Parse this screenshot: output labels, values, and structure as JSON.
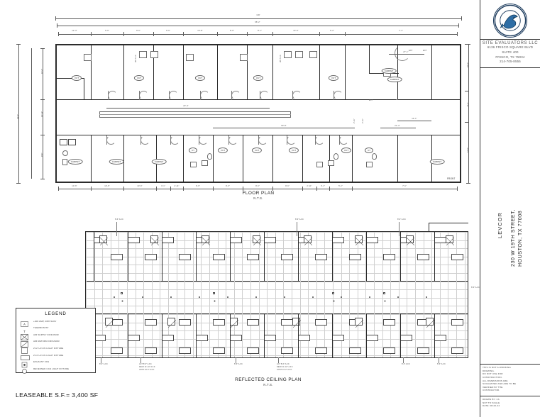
{
  "sheet": {
    "leaseable_area": "LEASEABLE S.F.= 3,400 SF",
    "front_label": "FRONT"
  },
  "plans": [
    {
      "title": "FLOOR PLAN",
      "scale": "N.T.S."
    },
    {
      "title": "REFLECTED CEILING PLAN",
      "scale": "N.T.S."
    }
  ],
  "title_block": {
    "company": "SITE EVALUATORS LLC",
    "address_lines": [
      "6136 FRISCO SQUARE BLVD",
      "SUITE 400",
      "FRISCO, TX 75034",
      "214-705-8555"
    ],
    "project_name": "LEVCOR",
    "project_address_line1": "230 W 19TH STREET,",
    "project_address_line2": "HOUSTON, TX 77008",
    "disclaimer_lines": [
      "THIS IS NOT A WORKING",
      "DRAWING.",
      "DO NOT USE FOR",
      "CONSTRUCTION.",
      "ALL DIMENSIONS ARE",
      "SUGGESTED AND ARE TO BE",
      "VERIFIED BY THE",
      "CONTRACTOR."
    ],
    "meta_lines": [
      "DRAWN BY: LS",
      "NOT TO SCALE",
      "DATE: 08-22-24"
    ]
  },
  "legend": {
    "title": "LEGEND",
    "items": [
      {
        "symbol": "panel",
        "label": "+400 AMP, 208Y/120V"
      },
      {
        "symbol": "thermostat",
        "label": "THERMOSTAT"
      },
      {
        "symbol": "supply-diffuser",
        "label": "AIR SUPPLY DIFFUSOR"
      },
      {
        "symbol": "return-diffuser",
        "label": "AIR RETURN DIFFUSOR"
      },
      {
        "symbol": "lay-in-2x2",
        "label": "2'x2' LAY-IN LIGHT FIXTURE"
      },
      {
        "symbol": "lay-in-2x4",
        "label": "2'x4' LAY-IN LIGHT FIXTURE"
      },
      {
        "symbol": "exhaust-fan",
        "label": "EXHAUST FAN"
      },
      {
        "symbol": "can-light",
        "label": "RECESSED CAN LIGHT FIXTURE"
      }
    ]
  },
  "floor_plan": {
    "overall_top": "100'",
    "overall_second": "98'-2\"",
    "top_dims": [
      "12'-3\"",
      "9'-6\"",
      "9'-6\"",
      "9'-6\"",
      "10'-8\"",
      "8'-6\"",
      "8'-1\"",
      "13'-6\"",
      "6'-2\"",
      "7'-1\""
    ],
    "bottom_dims": [
      "10'-6\"",
      "10'-6\"",
      "10'-6\"",
      "3'-1\"",
      "2'-11\"",
      "9'-6\"",
      "9'-6\"",
      "9'-6\"",
      "9'-6\"",
      "2'-11\"",
      "3'-1\"",
      "5'-2\"",
      "7'-6\""
    ],
    "left_dims_outer": "33'-4\"",
    "left_dims": [
      "10'-2\"",
      "10'-11\"",
      "9'-8\""
    ],
    "right_dims": [
      "10'-2\"",
      "8'-1\"",
      "12'-0\""
    ],
    "interior_dims": [
      "23'-4\"",
      "60'-8\"",
      "27'-1\"",
      "21'-3\"",
      "14'-1\"",
      "2'-11\"",
      "2'-11\""
    ],
    "rooms": [
      {
        "label": "VCT"
      },
      {
        "label": "VCT"
      },
      {
        "label": "VCT"
      },
      {
        "label": "VCT"
      },
      {
        "label": "VCT"
      },
      {
        "label": "CARPET"
      },
      {
        "label": "CARPET"
      },
      {
        "label": "CARPET"
      },
      {
        "label": "CARPET"
      },
      {
        "label": "CARPET"
      },
      {
        "label": "CT"
      },
      {
        "label": "VCT"
      },
      {
        "label": "VCT"
      },
      {
        "label": "VCT"
      },
      {
        "label": "VCT"
      },
      {
        "label": "CT"
      },
      {
        "label": "CARPET"
      }
    ],
    "annotations": [
      "EXT",
      "EXT",
      "EXT",
      "36\" A.F.F.",
      "36\" A.F.F."
    ]
  },
  "rcp": {
    "aff_callouts_top": [
      "8'-6\" A.F.F.",
      "8'-6\" A.F.F.",
      "8'-6\" A.F.F."
    ],
    "aff_callouts_right": [
      "8'-6\" A.F.F."
    ],
    "aff_callouts_bottom": [
      "8'-6\" A.F.F.",
      "ACT 8'-6\" A.F.F.\nDECK 11'-10\" A.F.F.\nJOIST 10'-2\" A.F.F.",
      "8'-6\" A.F.F.",
      "ACT 8'-6\" A.F.F.\nDECK 11'-10\" A.F.F.\nJOIST 10'-2\" A.F.F.",
      "8'-6\" A.F.F.",
      "8'-6\" A.F.F."
    ]
  },
  "colors": {
    "line": "#5a5a5a",
    "wall": "#2b2b2b",
    "text": "#333333",
    "logo_blue": "#1b3a5c"
  }
}
